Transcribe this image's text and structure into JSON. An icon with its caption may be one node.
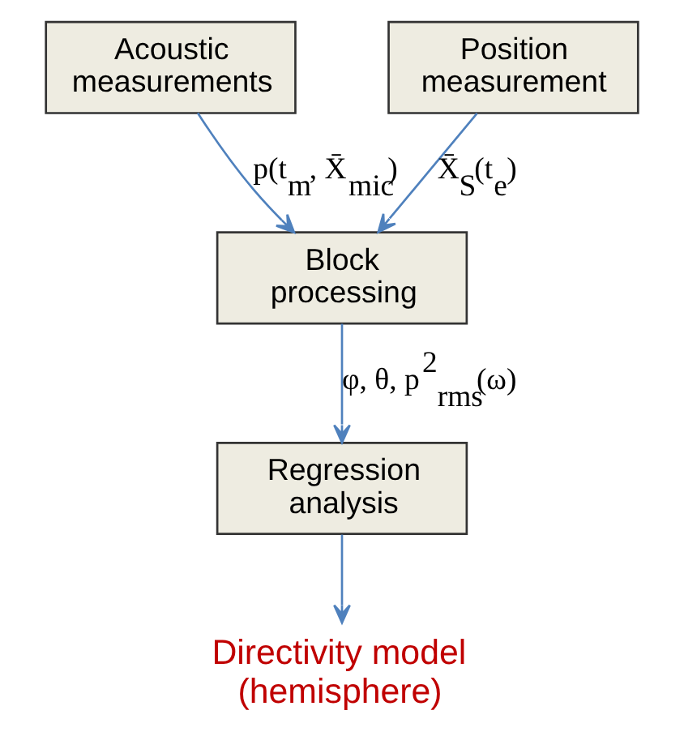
{
  "diagram": {
    "nodes": [
      {
        "text": [
          "Acoustic measurements"
        ]
      },
      {
        "text": [
          "Position measurement"
        ]
      },
      {
        "text": [
          "Block processing"
        ]
      },
      {
        "text": [
          "Regression analysis"
        ]
      },
      {
        "text": [
          "Directivity model (hemisphere)"
        ]
      }
    ],
    "edges": [
      {
        "from": 0,
        "to": 2,
        "arrow": "to",
        "label": "p(t$_{m}$, X̄$_{mic}$)"
      },
      {
        "from": 1,
        "to": 2,
        "arrow": "to",
        "label": "X̄$_{S}$(t$_{e}$)"
      },
      {
        "from": 2,
        "to": 3,
        "arrow": "to",
        "label": "φ, θ, p$^{2}$$_{rms}$(ω)"
      },
      {
        "from": 3,
        "to": 4,
        "arrow": "to"
      }
    ]
  }
}
